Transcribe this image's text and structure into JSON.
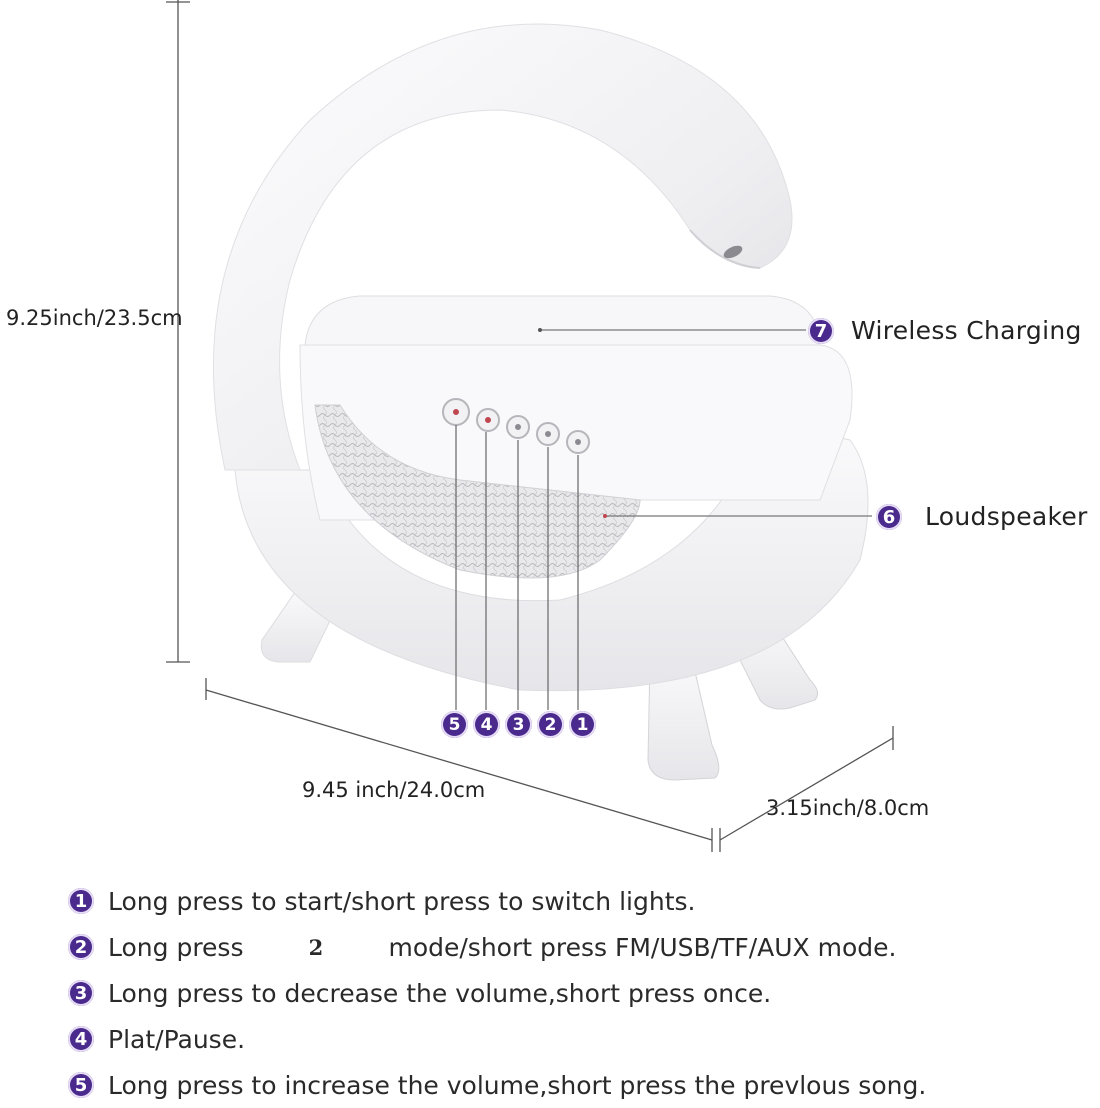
{
  "dimensions": {
    "height": "9.25inch/23.5cm",
    "width": "9.45 inch/24.0cm",
    "depth": "3.15inch/8.0cm"
  },
  "callouts": [
    {
      "number": "7",
      "label": "Wireless Charging"
    },
    {
      "number": "6",
      "label": "Loudspeaker"
    }
  ],
  "button_badges": [
    "5",
    "4",
    "3",
    "2",
    "1"
  ],
  "instructions": [
    {
      "number": "1",
      "text": "Long press to start/short press to switch lights."
    },
    {
      "number": "2",
      "text_before": "Long press",
      "inline_number": "2",
      "text_after": "mode/short press FM/USB/TF/AUX mode."
    },
    {
      "number": "3",
      "text": "Long press to decrease the volume,short press once."
    },
    {
      "number": "4",
      "text": "Plat/Pause."
    },
    {
      "number": "5",
      "text": "Long press to increase the volume,short press the prevlous song."
    }
  ],
  "colors": {
    "badge": "#4a2a8c",
    "product": "#f4f4f6"
  },
  "icons": [
    "lightning-icon"
  ]
}
